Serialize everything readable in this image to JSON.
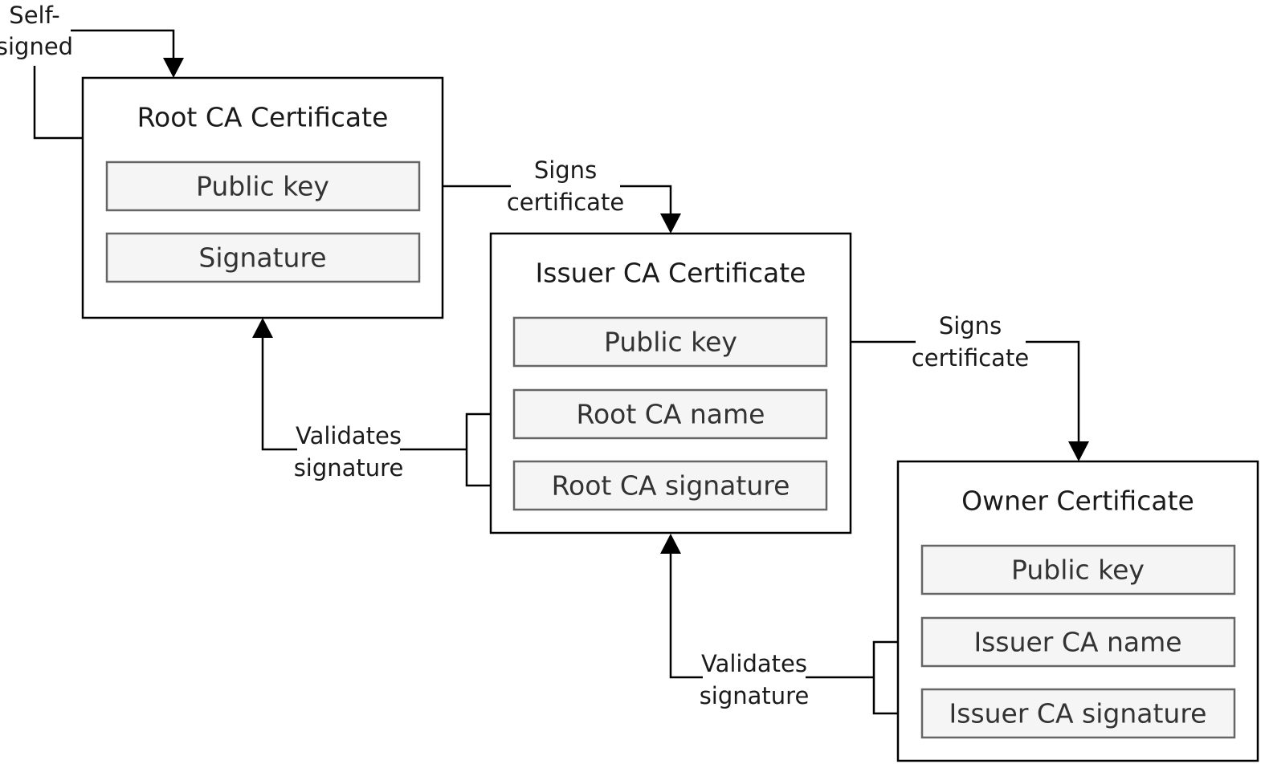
{
  "root_certificate": {
    "title": "Root CA Certificate",
    "fields": [
      "Public key",
      "Signature"
    ]
  },
  "issuer_certificate": {
    "title": "Issuer CA Certificate",
    "fields": [
      "Public key",
      "Root CA name",
      "Root CA signature"
    ]
  },
  "owner_certificate": {
    "title": "Owner Certificate",
    "fields": [
      "Public key",
      "Issuer CA name",
      "Issuer CA signature"
    ]
  },
  "connectors": {
    "self_signed": [
      "Self-",
      "signed"
    ],
    "root_signs_issuer": [
      "Signs",
      "certificate"
    ],
    "issuer_signs_owner": [
      "Signs",
      "certificate"
    ],
    "issuer_validates_root": [
      "Validates",
      "signature"
    ],
    "owner_validates_issuer": [
      "Validates",
      "signature"
    ]
  }
}
